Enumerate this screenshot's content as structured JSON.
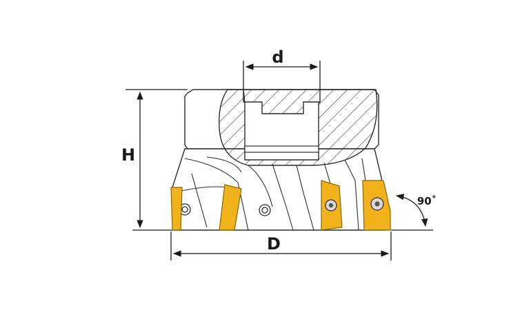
{
  "diagram": {
    "labels": {
      "bore_diameter": "d",
      "height": "H",
      "cutter_diameter": "D",
      "lead_angle": "90˚"
    },
    "colors": {
      "insert": "#F2B21B",
      "insert_edge": "#8a6400",
      "outline": "#2b2b2b",
      "body_fill": "#ffffff",
      "background": "#ffffff"
    }
  }
}
